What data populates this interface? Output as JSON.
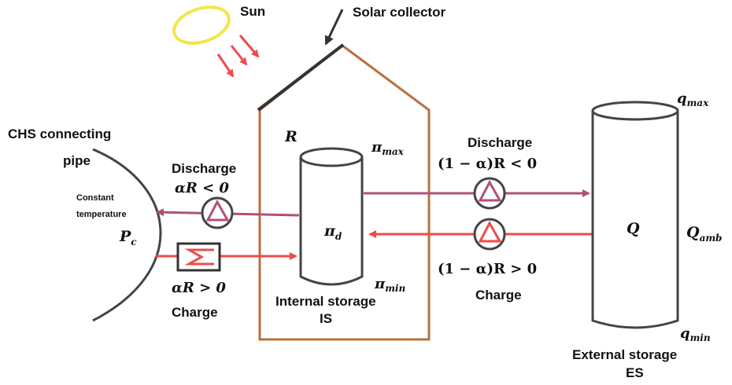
{
  "labels": {
    "sun": "Sun",
    "solar_collector": "Solar collector",
    "chs_line1": "CHS connecting",
    "chs_line2": "pipe",
    "constant_line1": "Constant",
    "constant_line2": "temperature",
    "pc": "P",
    "pc_sub": "c",
    "r": "R",
    "pi_max": "π",
    "pi_max_sub": "max",
    "pi_d": "π",
    "pi_d_sub": "d",
    "pi_min": "π",
    "pi_min_sub": "min",
    "internal_line1": "Internal storage",
    "internal_line2": "IS",
    "discharge_left": "Discharge",
    "alpha_r_neg": "αR < 0",
    "alpha_r_pos": "αR > 0",
    "charge_left": "Charge",
    "discharge_right": "Discharge",
    "one_minus_alpha_neg": "(1 − α)R < 0",
    "one_minus_alpha_pos": "(1 − α)R > 0",
    "charge_right": "Charge",
    "q_max": "q",
    "q_max_sub": "max",
    "q_big": "Q",
    "q_amb": "Q",
    "q_amb_sub": "amb",
    "q_min": "q",
    "q_min_sub": "min",
    "external_line1": "External storage",
    "external_line2": "ES"
  },
  "colors": {
    "sun": "#f2e64a",
    "sun_rays": "#f04a4a",
    "house": "#b8703e",
    "collector": "#333333",
    "discharge_flow": "#b0507a",
    "charge_flow": "#f04a4a",
    "outline": "#3a3a3a"
  }
}
